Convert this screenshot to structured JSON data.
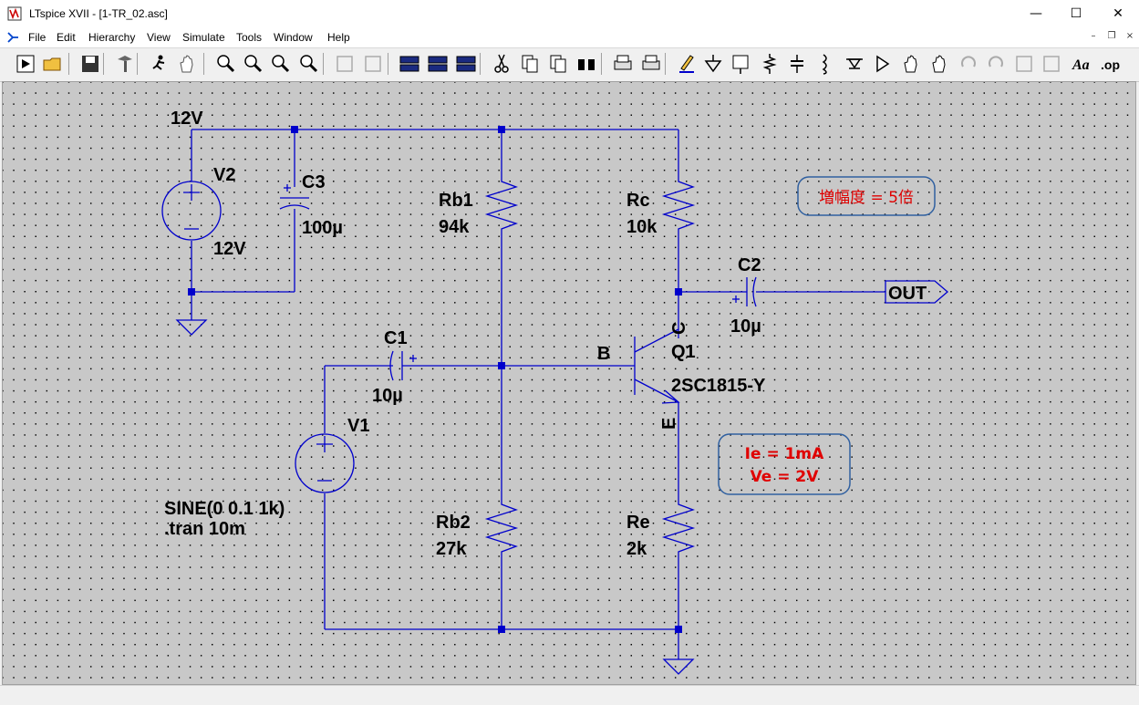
{
  "window": {
    "title": "LTspice XVII - [1-TR_02.asc]",
    "minimize_glyph": "—",
    "maximize_glyph": "☐",
    "close_glyph": "✕"
  },
  "menu": {
    "items": [
      "File",
      "Edit",
      "Hierarchy",
      "View",
      "Simulate",
      "Tools",
      "Window",
      "Help"
    ],
    "mdi_minimize": "–",
    "mdi_restore": "❐",
    "mdi_close": "×"
  },
  "toolbar": {
    "tools": [
      "run-icon",
      "open-icon",
      "save-icon",
      "control-panel-icon",
      "halt-icon",
      "pan-icon",
      "zoom-in-icon",
      "zoom-full-icon",
      "zoom-out-icon",
      "zoom-cancel-icon",
      "autorange-icon",
      "drag-icon",
      "tile-horizontal-icon",
      "cascade-icon",
      "tile-vertical-icon",
      "cut-icon",
      "copy-icon",
      "paste-icon",
      "find-icon",
      "print-setup-icon",
      "print-icon",
      "draw-wire-icon",
      "ground-icon",
      "label-net-icon",
      "resistor-icon",
      "capacitor-icon",
      "inductor-icon",
      "diode-icon",
      "component-icon",
      "move-icon",
      "drag-hand-icon",
      "undo-icon",
      "redo-icon",
      "rotate-icon",
      "mirror-icon",
      "text-icon",
      "spice-directive-icon"
    ],
    "text_tool_label": "Aa",
    "op_tool_label": ".op"
  },
  "schematic": {
    "net_12v": "12V",
    "v2": {
      "name": "V2",
      "value": "12V"
    },
    "c3": {
      "name": "C3",
      "value": "100µ"
    },
    "rb1": {
      "name": "Rb1",
      "value": "94k"
    },
    "rc": {
      "name": "Rc",
      "value": "10k"
    },
    "c2": {
      "name": "C2",
      "value": "10µ"
    },
    "out_label": "OUT",
    "c1": {
      "name": "C1",
      "value": "10µ"
    },
    "q1": {
      "name": "Q1",
      "model": "2SC1815-Y",
      "pin_b": "B",
      "pin_c": "C",
      "pin_e": "E"
    },
    "v1": {
      "name": "V1",
      "value": "SINE(0 0.1 1k)"
    },
    "tran": ".tran 10m",
    "rb2": {
      "name": "Rb2",
      "value": "27k"
    },
    "re": {
      "name": "Re",
      "value": "2k"
    },
    "notes": {
      "gain": "増幅度 = 5倍",
      "ie": "Ie = 1mA",
      "ve": "Ve = 2V"
    },
    "colors": {
      "wire": "#0000cc",
      "note_text": "#e00000",
      "note_border": "#3060a0",
      "grid": "#c8c8c8"
    }
  }
}
